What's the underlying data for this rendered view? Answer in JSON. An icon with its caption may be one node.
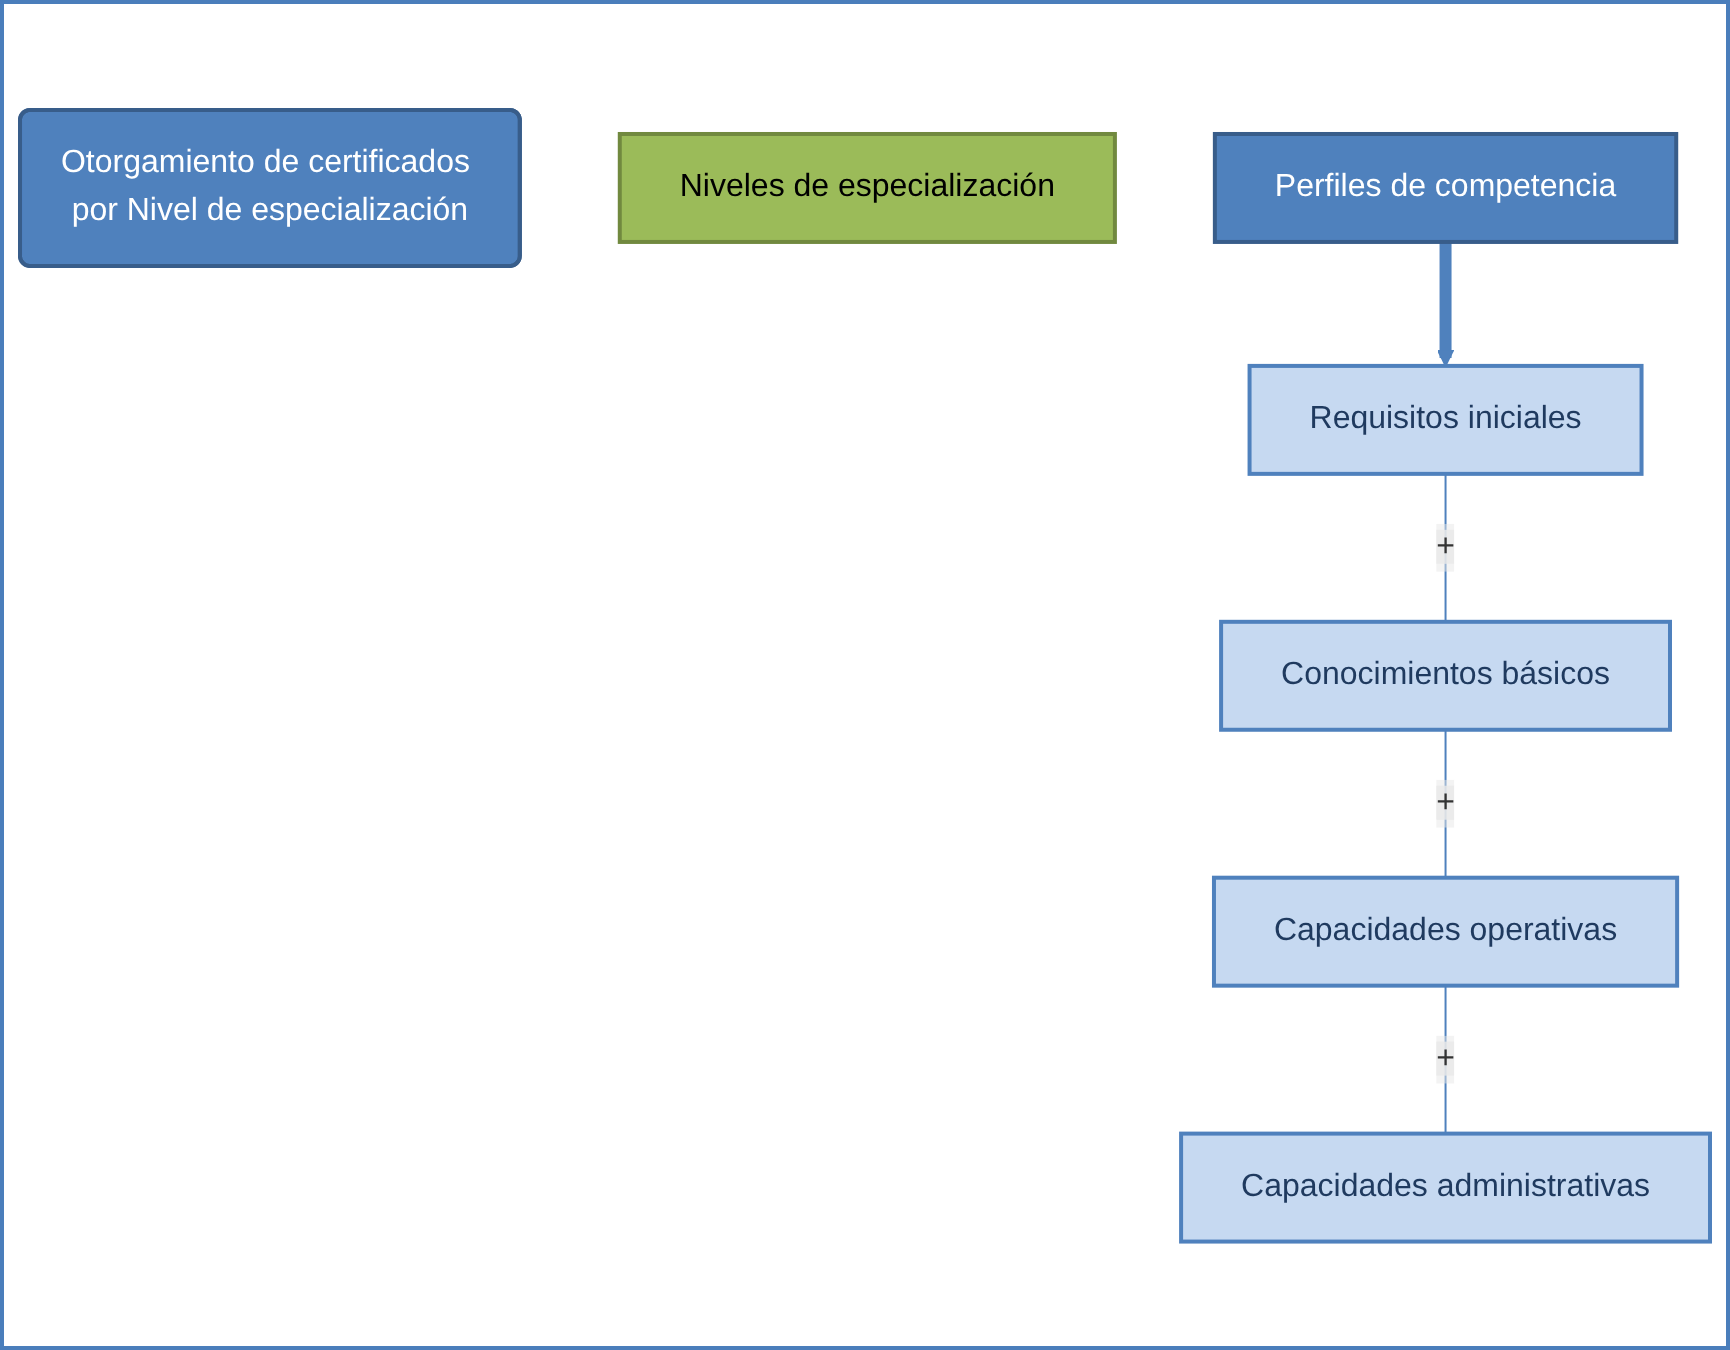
{
  "diagram": {
    "nodes": [
      {
        "text": [
          "Otorgamiento de certificados por Nivel de especialización"
        ]
      },
      {
        "text": [
          "Niveles de especialización"
        ]
      },
      {
        "text": [
          "Perfiles de competencia"
        ]
      },
      {
        "text": [
          "Requisitos iniciales"
        ]
      },
      {
        "text": [
          "Conocimientos básicos"
        ]
      },
      {
        "text": [
          "Capacidades operativas"
        ]
      },
      {
        "text": [
          "Capacidades administrativas"
        ]
      }
    ],
    "edges": [
      {
        "from": 2,
        "to": 3,
        "arrow": "to",
        "style": "thick"
      },
      {
        "from": 3,
        "to": 4,
        "arrow": "none",
        "label": "+"
      },
      {
        "from": 4,
        "to": 5,
        "arrow": "none",
        "label": "+"
      },
      {
        "from": 5,
        "to": 6,
        "arrow": "none",
        "label": "+"
      }
    ]
  }
}
